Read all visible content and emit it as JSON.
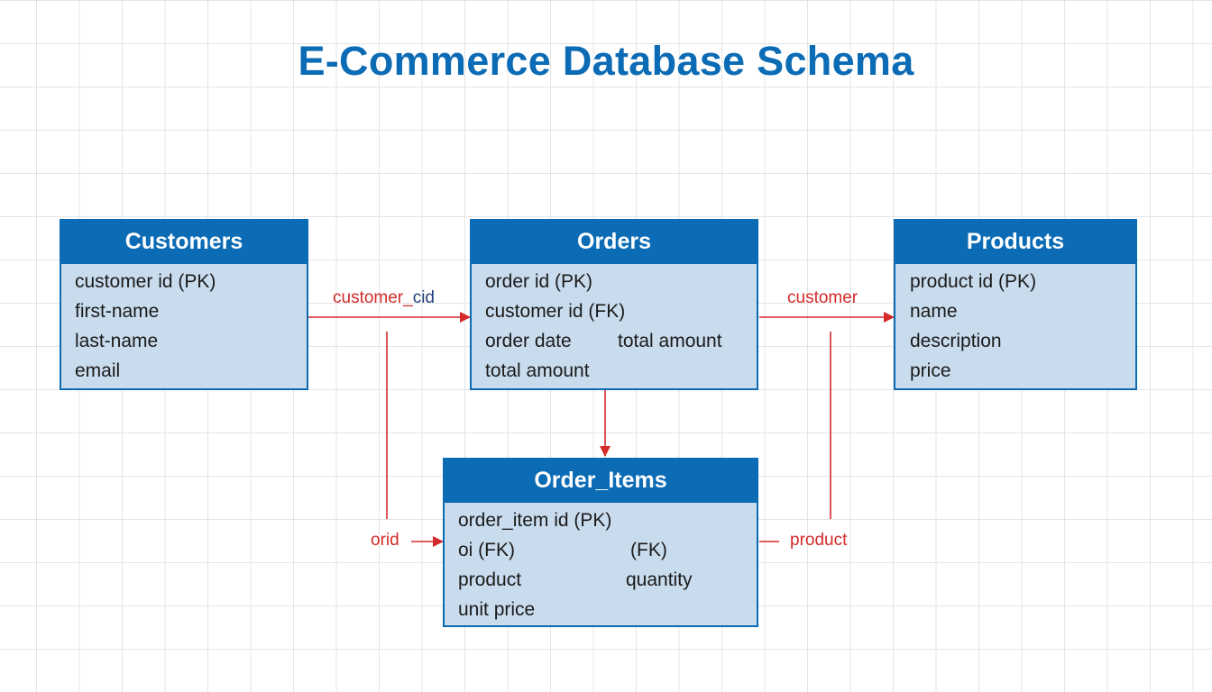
{
  "title": "E-Commerce Database Schema",
  "entities": {
    "customers": {
      "name": "Customers",
      "fields": [
        "customer id (PK)",
        "first-name",
        "last-name",
        "email"
      ]
    },
    "orders": {
      "name": "Orders",
      "fields": [
        "order id (PK)",
        "customer id (FK)",
        "order date",
        "total amount",
        "total amount"
      ]
    },
    "products": {
      "name": "Products",
      "fields": [
        "product id (PK)",
        "name",
        "description",
        "price"
      ]
    },
    "order_items": {
      "name": "Order_Items",
      "fields": [
        "order_item id (PK)",
        "oi (FK)",
        "(FK)",
        "product",
        "quantity",
        "unit price"
      ]
    }
  },
  "relationships": {
    "customers_orders": {
      "label_main": "customer_",
      "label_tail": "cid"
    },
    "orders_products": {
      "label": "customer"
    },
    "orders_order_items": {
      "label": "orid"
    },
    "products_order_items": {
      "label": "product"
    }
  },
  "colors": {
    "header": "#0b6bb5",
    "body": "#c9dcee",
    "link": "#d42a2a",
    "title": "#0b6bb5"
  }
}
